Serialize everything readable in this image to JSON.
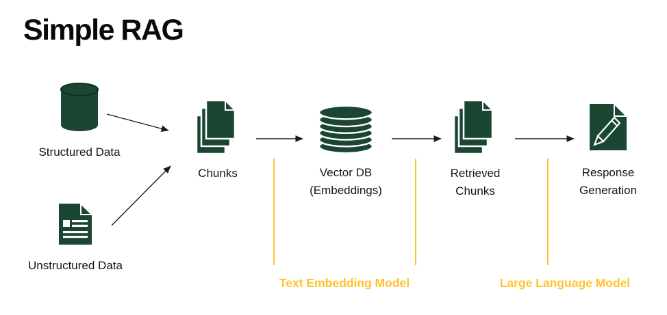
{
  "title": "Simple RAG",
  "colors": {
    "icon_green": "#1A4632",
    "accent_yellow": "#FFC32B",
    "arrow_black": "#1A1A1A",
    "label_black": "#141414"
  },
  "sources": {
    "structured": {
      "label": "Structured Data",
      "icon": "database-cylinder-icon"
    },
    "unstructured": {
      "label": "Unstructured Data",
      "icon": "document-lines-icon"
    }
  },
  "pipeline": [
    {
      "id": "chunks",
      "icon": "stacked-pages-icon",
      "label_lines": [
        "Chunks"
      ]
    },
    {
      "id": "vector-db",
      "icon": "disk-stack-icon",
      "label_lines": [
        "Vector DB",
        "(Embeddings)"
      ]
    },
    {
      "id": "retrieved-chunks",
      "icon": "stacked-pages-icon",
      "label_lines": [
        "Retrieved",
        "Chunks"
      ]
    },
    {
      "id": "response-generation",
      "icon": "page-pencil-icon",
      "label_lines": [
        "Response",
        "Generation"
      ]
    }
  ],
  "sections": [
    {
      "label": "Text Embedding Model"
    },
    {
      "label": "Large Language Model"
    }
  ]
}
